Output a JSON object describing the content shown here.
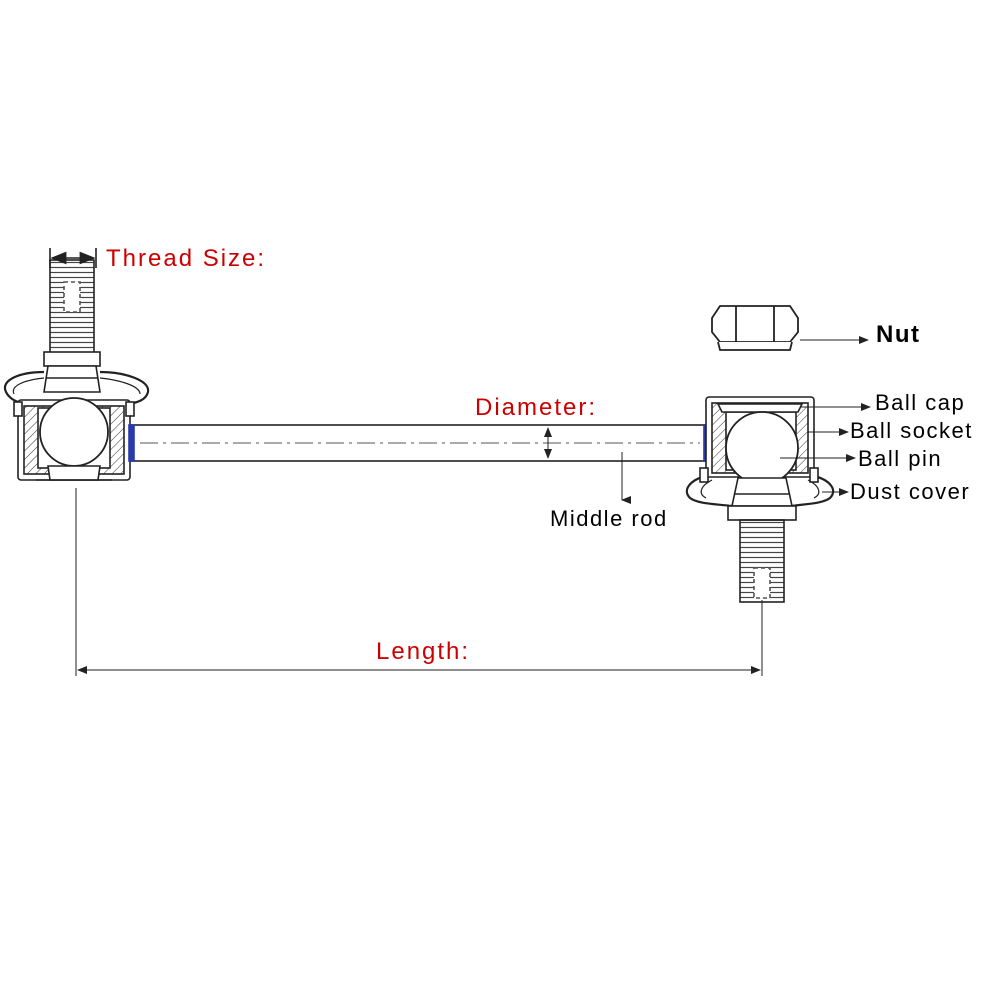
{
  "colors": {
    "dimension_label": "#cc0000",
    "line": "#222222",
    "seal": "#2a3aaa"
  },
  "labels": {
    "thread_size": "Thread Size:",
    "diameter": "Diameter:",
    "length": "Length:",
    "nut": "Nut",
    "ball_cap": "Ball cap",
    "ball_socket": "Ball socket",
    "ball_pin": "Ball pin",
    "dust_cover": "Dust cover",
    "middle_rod": "Middle rod"
  }
}
